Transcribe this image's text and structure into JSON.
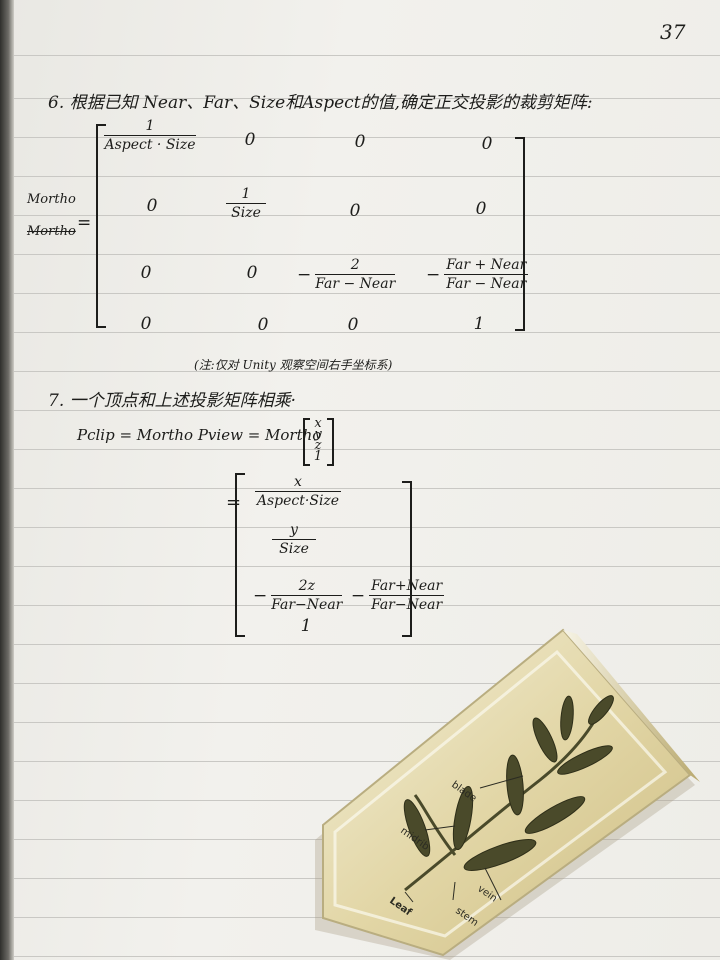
{
  "page_number": "37",
  "section6": {
    "heading": "6. 根据已知 Near、Far、Size和Aspect的值,确定正交投影的裁剪矩阵:",
    "lhs_label": "Mortho",
    "lhs_struck": "Mortho",
    "equals": "=",
    "matrix": {
      "r1c1_num": "1",
      "r1c1_den": "Aspect · Size",
      "r1c2": "0",
      "r1c3": "0",
      "r1c4": "0",
      "r2c1": "0",
      "r2c2_num": "1",
      "r2c2_den": "Size",
      "r2c3": "0",
      "r2c4": "0",
      "r3c1": "0",
      "r3c2": "0",
      "r3c3_sign": "−",
      "r3c3_num": "2",
      "r3c3_den": "Far − Near",
      "r3c4_sign": "−",
      "r3c4_num": "Far + Near",
      "r3c4_den": "Far − Near",
      "r4c1": "0",
      "r4c2": "0",
      "r4c3": "0",
      "r4c4": "1"
    },
    "note": "(注:仅对 Unity 观察空间右手坐标系)"
  },
  "section7": {
    "heading": "7. 一个顶点和上述投影矩阵相乘·",
    "equation_prefix": "Pclip = Mortho Pview = Mortho",
    "vector": [
      "x",
      "y",
      "z",
      "1"
    ],
    "equals": "=",
    "result": {
      "row1_num": "x",
      "row1_den": "Aspect·Size",
      "row2_num": "y",
      "row2_den": "Size",
      "row3_sign": "−",
      "row3_num": "2z",
      "row3_den": "Far−Near",
      "row3_sign2": "−",
      "row3_num2": "Far+Near",
      "row3_den2": "Far−Near",
      "row4": "1"
    }
  },
  "specimen_labels": {
    "leaf": "Leaf",
    "blade": "blade",
    "midrib": "midrib",
    "vein": "vein",
    "stem": "stem"
  },
  "colors": {
    "paper": "#efeeea",
    "ink": "#1d1d1b",
    "rule_line": "#c9c8c4",
    "resin": "#e6ddb0",
    "leaf": "#4a4a2a"
  }
}
